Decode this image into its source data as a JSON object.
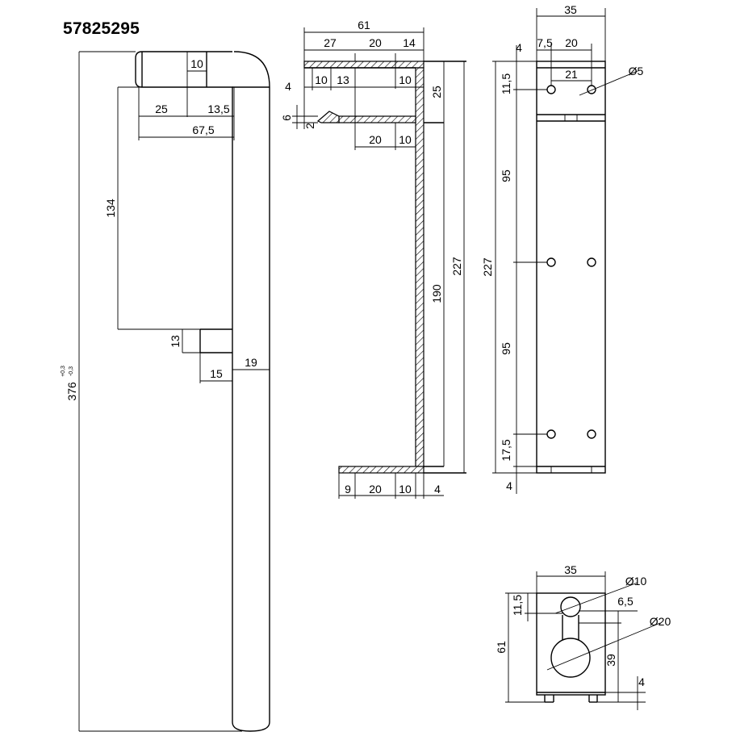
{
  "part_number": "57825295",
  "side_view": {
    "d_10": "10",
    "d_25": "25",
    "d_13_5": "13,5",
    "d_67_5": "67,5",
    "d_134": "134",
    "d_13": "13",
    "d_15": "15",
    "d_19": "19",
    "d_376": "376",
    "tol_upper": "+0,3",
    "tol_lower": "-0,3"
  },
  "section_view": {
    "d_61": "61",
    "d_27": "27",
    "d_20_top": "20",
    "d_14": "14",
    "d_4": "4",
    "d_10a": "10",
    "d_13": "13",
    "d_10b": "10",
    "d_25": "25",
    "d_6": "6",
    "d_2": "2",
    "d_20_mid": "20",
    "d_10_mid": "10",
    "d_190": "190",
    "d_227": "227",
    "d_9": "9",
    "d_20_bot": "20",
    "d_10_bot": "10",
    "d_4_bot": "4"
  },
  "front_view": {
    "d_35": "35",
    "d_4_top": "4",
    "d_7_5": "7,5",
    "d_20": "20",
    "d_21": "21",
    "d_dia5": "Ø5",
    "d_11_5": "11,5",
    "d_95_upper": "95",
    "d_227": "227",
    "d_95_lower": "95",
    "d_17_5": "17,5",
    "d_4_bot": "4"
  },
  "plan_view": {
    "d_35": "35",
    "d_dia10": "Ø10",
    "d_11_5": "11,5",
    "d_6_5": "6,5",
    "d_dia20": "Ø20",
    "d_61": "61",
    "d_39": "39",
    "d_4": "4"
  }
}
